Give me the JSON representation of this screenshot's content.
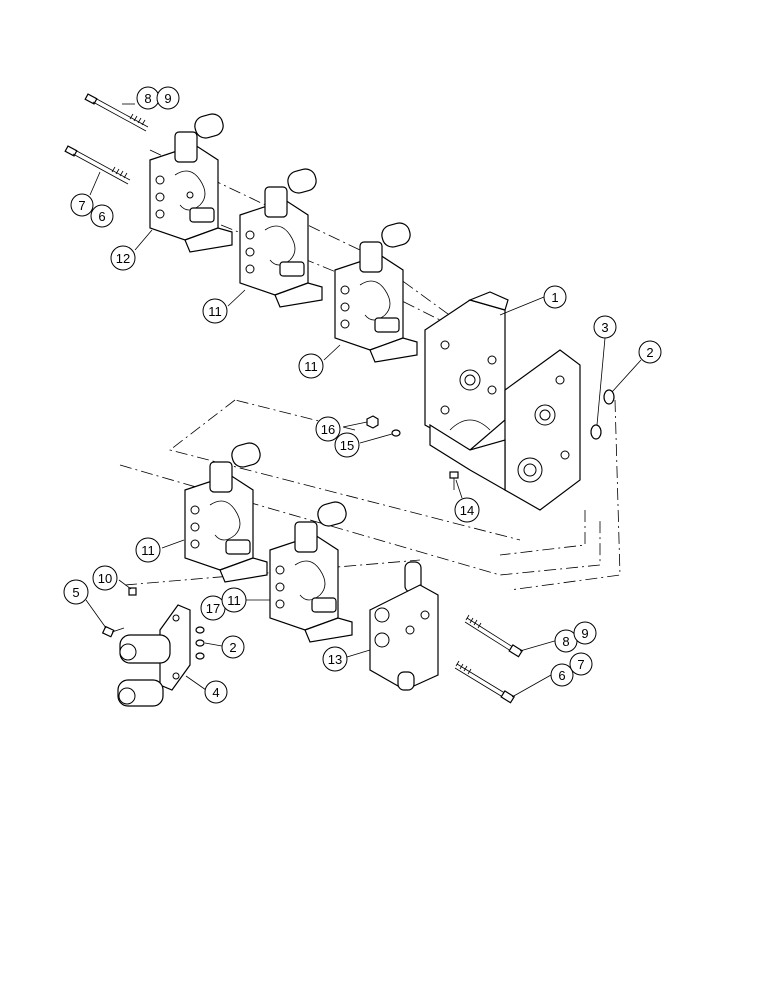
{
  "diagram": {
    "callouts": [
      {
        "id": "c-8a",
        "text": "8"
      },
      {
        "id": "c-9a",
        "text": "9"
      },
      {
        "id": "c-7a",
        "text": "7"
      },
      {
        "id": "c-6a",
        "text": "6"
      },
      {
        "id": "c-12",
        "text": "12"
      },
      {
        "id": "c-11a",
        "text": "11"
      },
      {
        "id": "c-11b",
        "text": "11"
      },
      {
        "id": "c-1",
        "text": "1"
      },
      {
        "id": "c-3",
        "text": "3"
      },
      {
        "id": "c-2a",
        "text": "2"
      },
      {
        "id": "c-16",
        "text": "16"
      },
      {
        "id": "c-15",
        "text": "15"
      },
      {
        "id": "c-14",
        "text": "14"
      },
      {
        "id": "c-11c",
        "text": "11"
      },
      {
        "id": "c-10",
        "text": "10"
      },
      {
        "id": "c-5",
        "text": "5"
      },
      {
        "id": "c-17",
        "text": "17"
      },
      {
        "id": "c-11d",
        "text": "11"
      },
      {
        "id": "c-2b",
        "text": "2"
      },
      {
        "id": "c-4",
        "text": "4"
      },
      {
        "id": "c-13",
        "text": "13"
      },
      {
        "id": "c-8b",
        "text": "8"
      },
      {
        "id": "c-9b",
        "text": "9"
      },
      {
        "id": "c-6b",
        "text": "6"
      },
      {
        "id": "c-7b",
        "text": "7"
      }
    ]
  }
}
